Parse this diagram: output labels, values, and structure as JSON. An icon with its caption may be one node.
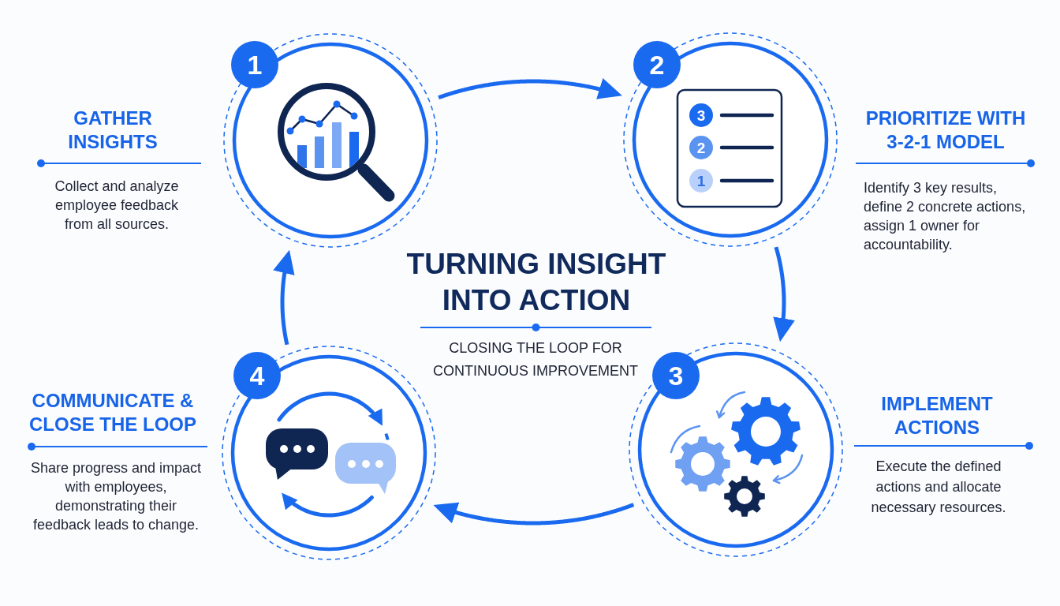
{
  "diagram": {
    "title": "TURNING INSIGHT INTO ACTION",
    "nodes": [
      {
        "text": [],
        "shape": "circle",
        "beside": [
          "GATHER INSIGHTS",
          "Collect and analyze employee feedback from all sources."
        ]
      },
      {
        "text": [
          "1"
        ],
        "in": 0
      },
      {
        "text": [],
        "shape": "circle",
        "beside": [
          "PRIORITIZE WITH 3-2-1 MODEL",
          "Identify 3 key results, define 2 concrete actions, assign 1 owner for accountability."
        ]
      },
      {
        "text": [
          "2"
        ],
        "in": 2
      },
      {
        "text": [
          "3"
        ],
        "in": 2
      },
      {
        "text": [
          "2"
        ],
        "in": 2
      },
      {
        "text": [
          "1"
        ],
        "in": 2
      },
      {
        "text": [],
        "shape": "circle",
        "beside": [
          "COMMUNICATE & CLOSE THE LOOP",
          "Share progress and impact with employees, demonstrating their feedback leads to change."
        ]
      },
      {
        "text": [
          "4"
        ],
        "in": 7
      },
      {
        "text": [],
        "shape": "circle",
        "beside": [
          "IMPLEMENT ACTIONS",
          "Execute the defined actions and allocate necessary resources."
        ]
      },
      {
        "text": [
          "3"
        ],
        "in": 9
      }
    ],
    "edges": [
      {
        "from": 0,
        "to": 2,
        "arrow": "to"
      },
      {
        "from": 2,
        "to": 9,
        "arrow": "to"
      },
      {
        "from": 9,
        "to": 7,
        "arrow": "to"
      },
      {
        "from": 7,
        "to": 0,
        "arrow": "to"
      }
    ],
    "labels": [
      "CLOSING THE LOOP FOR CONTINUOUS IMPROVEMENT"
    ]
  }
}
